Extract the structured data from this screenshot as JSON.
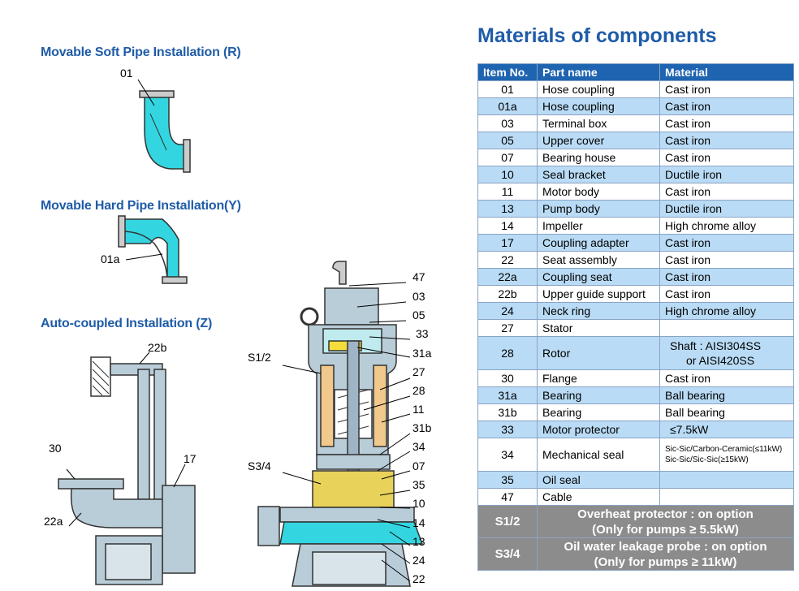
{
  "titles": {
    "soft_pipe": "Movable Soft Pipe Installation (R)",
    "hard_pipe": "Movable Hard Pipe  Installation(Y)",
    "auto_coupled": "Auto-coupled Installation (Z)",
    "materials": "Materials of components"
  },
  "callouts": {
    "soft_01": "01",
    "hard_01a": "01a",
    "auto_22b": "22b",
    "auto_30": "30",
    "auto_17": "17",
    "auto_22a": "22a",
    "pump_47": "47",
    "pump_03": "03",
    "pump_05": "05",
    "pump_33": "33",
    "pump_31a": "31a",
    "pump_s12": "S1/2",
    "pump_27": "27",
    "pump_28": "28",
    "pump_11": "11",
    "pump_31b": "31b",
    "pump_34": "34",
    "pump_s34": "S3/4",
    "pump_07": "07",
    "pump_35": "35",
    "pump_10": "10",
    "pump_14": "14",
    "pump_13": "13",
    "pump_24": "24",
    "pump_22": "22"
  },
  "table": {
    "headers": [
      "Item No.",
      "Part name",
      "Material"
    ],
    "rows": [
      {
        "no": "01",
        "part": "Hose coupling",
        "material": "Cast iron"
      },
      {
        "no": "01a",
        "part": "Hose coupling",
        "material": "Cast iron"
      },
      {
        "no": "03",
        "part": "Terminal box",
        "material": "Cast iron"
      },
      {
        "no": "05",
        "part": "Upper cover",
        "material": "Cast iron"
      },
      {
        "no": "07",
        "part": "Bearing house",
        "material": "Cast iron"
      },
      {
        "no": "10",
        "part": "Seal bracket",
        "material": "Ductile iron"
      },
      {
        "no": "11",
        "part": "Motor body",
        "material": "Cast iron"
      },
      {
        "no": "13",
        "part": "Pump body",
        "material": "Ductile iron"
      },
      {
        "no": "14",
        "part": "Impeller",
        "material": "High chrome alloy"
      },
      {
        "no": "17",
        "part": "Coupling adapter",
        "material": "Cast iron"
      },
      {
        "no": "22",
        "part": "Seat assembly",
        "material": "Cast iron"
      },
      {
        "no": "22a",
        "part": "Coupling seat",
        "material": "Cast iron"
      },
      {
        "no": "22b",
        "part": "Upper guide support",
        "material": "Cast iron"
      },
      {
        "no": "24",
        "part": "Neck ring",
        "material": "High chrome alloy"
      },
      {
        "no": "27",
        "part": "Stator",
        "material": ""
      },
      {
        "no": "28",
        "part": "Rotor",
        "material_line1": "Shaft : AISI304SS",
        "material_line2": "or  AISI420SS"
      },
      {
        "no": "30",
        "part": "Flange",
        "material": "Cast iron"
      },
      {
        "no": "31a",
        "part": "Bearing",
        "material": "Ball bearing"
      },
      {
        "no": "31b",
        "part": "Bearing",
        "material": "Ball bearing"
      },
      {
        "no": "33",
        "part": "Motor protector",
        "material": "≤7.5kW"
      },
      {
        "no": "34",
        "part": "Mechanical seal",
        "material_line1": "Sic-Sic/Carbon-Ceramic(≤11kW)",
        "material_line2": "Sic-Sic/Sic-Sic(≥15kW)"
      },
      {
        "no": "35",
        "part": "Oil seal",
        "material": ""
      },
      {
        "no": "47",
        "part": "Cable",
        "material": ""
      }
    ],
    "notes": [
      {
        "no": "S1/2",
        "line1": "Overheat protector : on option",
        "line2": "(Only for pumps  ≥  5.5kW)"
      },
      {
        "no": "S3/4",
        "line1": "Oil water leakage probe : on option",
        "line2": "(Only for pumps  ≥  11kW)"
      }
    ]
  },
  "colors": {
    "title_blue": "#1f5ca8",
    "header_blue": "#1e64b0",
    "row_light_blue": "#b9dbf5",
    "cyan_fluid": "#33d6e0",
    "gray_note": "#8c8c8c"
  }
}
